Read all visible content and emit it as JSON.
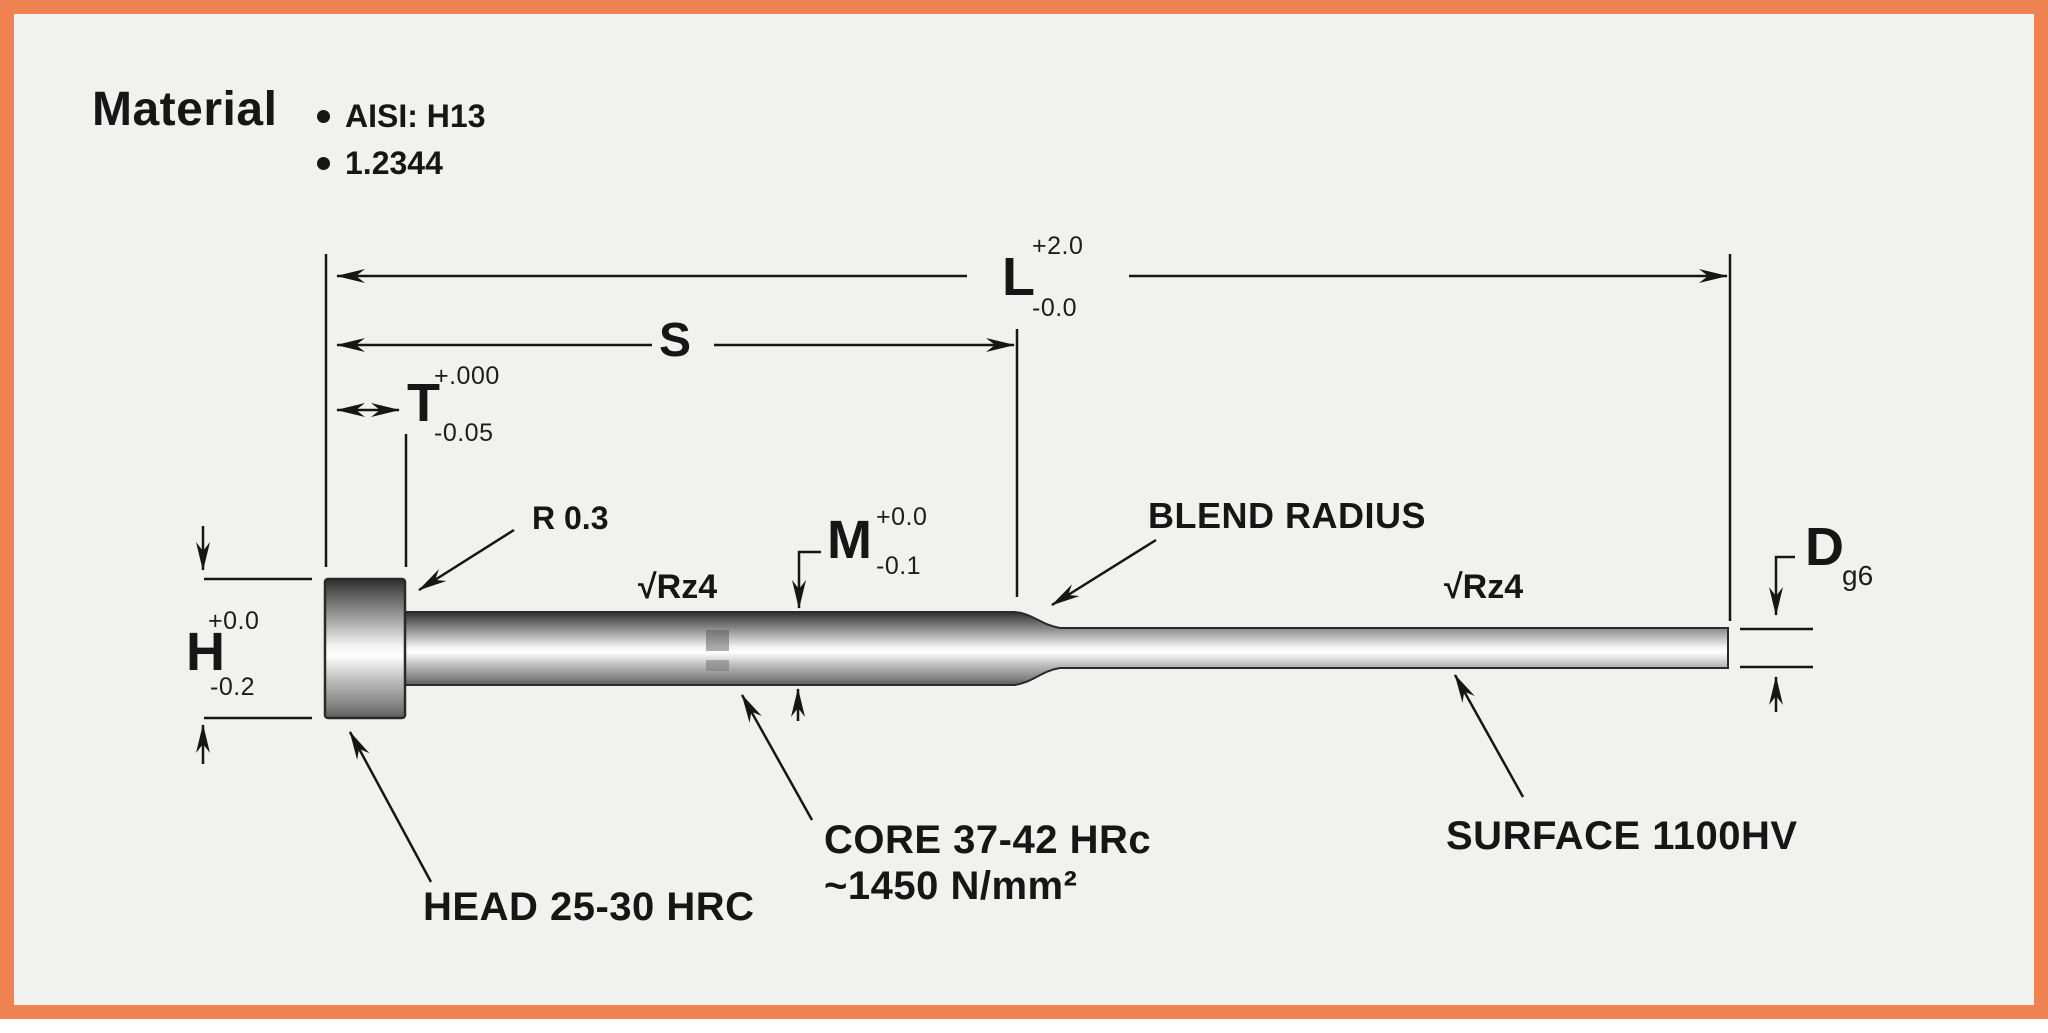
{
  "colors": {
    "border": "#EF8352",
    "background": "#F1F1EF",
    "ink": "#161616"
  },
  "material": {
    "title": "Material",
    "items": [
      "AISI: H13",
      "1.2344"
    ]
  },
  "dimensions": {
    "overall_length": {
      "letter": "L",
      "upper": "+2.0",
      "lower": "-0.0"
    },
    "shoulder_length": {
      "letter": "S"
    },
    "head_thickness": {
      "letter": "T",
      "upper": "+.000",
      "lower": "-0.05"
    },
    "shoulder_diameter": {
      "letter": "M",
      "upper": "+0.0",
      "lower": "-0.1"
    },
    "head_diameter": {
      "letter": "H",
      "upper": "+0.0",
      "lower": "-0.2"
    },
    "pin_diameter": {
      "letter": "D",
      "fit": "g6"
    }
  },
  "annotations": {
    "fillet_radius": "R 0.3",
    "roughness_shoulder": "√Rz4",
    "roughness_pin": "√Rz4",
    "blend_radius": "BLEND RADIUS",
    "core_hardness_line1": "CORE 37-42 HRc",
    "core_hardness_line2": "~1450 N/mm²",
    "head_hardness": "HEAD 25-30 HRC",
    "surface_hardness": "SURFACE 1100HV"
  }
}
